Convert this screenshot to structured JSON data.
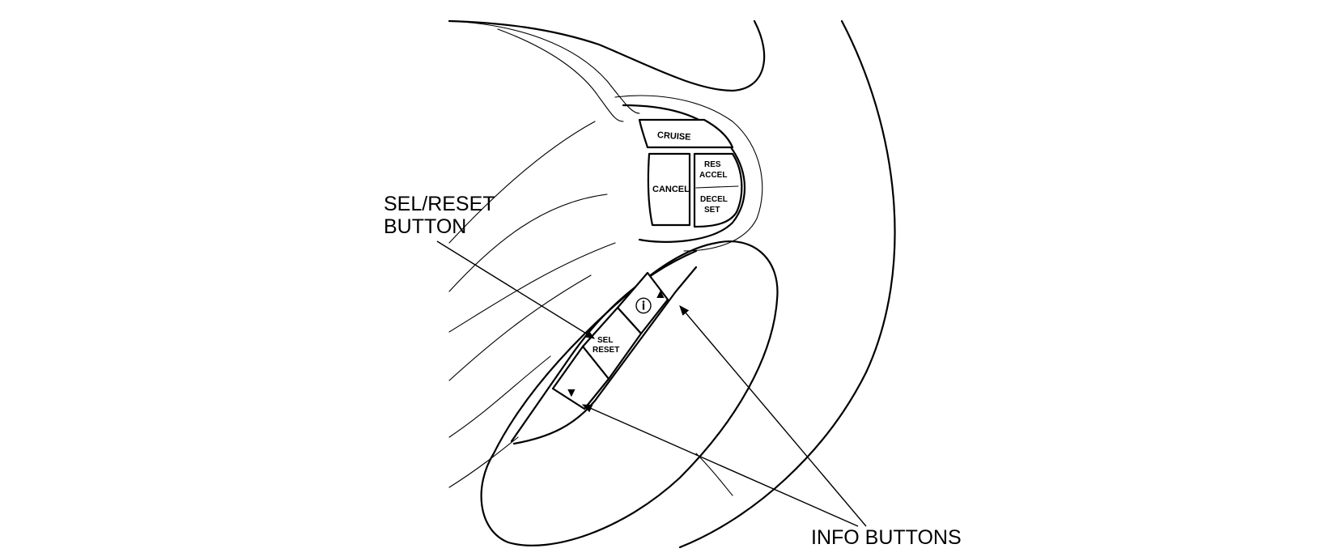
{
  "callouts": {
    "sel_reset_line1": "SEL/RESET",
    "sel_reset_line2": "BUTTON",
    "info_buttons": "INFO BUTTONS"
  },
  "buttons": {
    "cruise": "CRUISE",
    "cancel": "CANCEL",
    "res_line1": "RES",
    "res_line2": "ACCEL",
    "decel_line1": "DECEL",
    "decel_line2": "SET",
    "sel_line1": "SEL",
    "sel_line2": "RESET",
    "info_symbol": "ⓘ",
    "up_arrow": "▲",
    "down_arrow": "▼"
  }
}
